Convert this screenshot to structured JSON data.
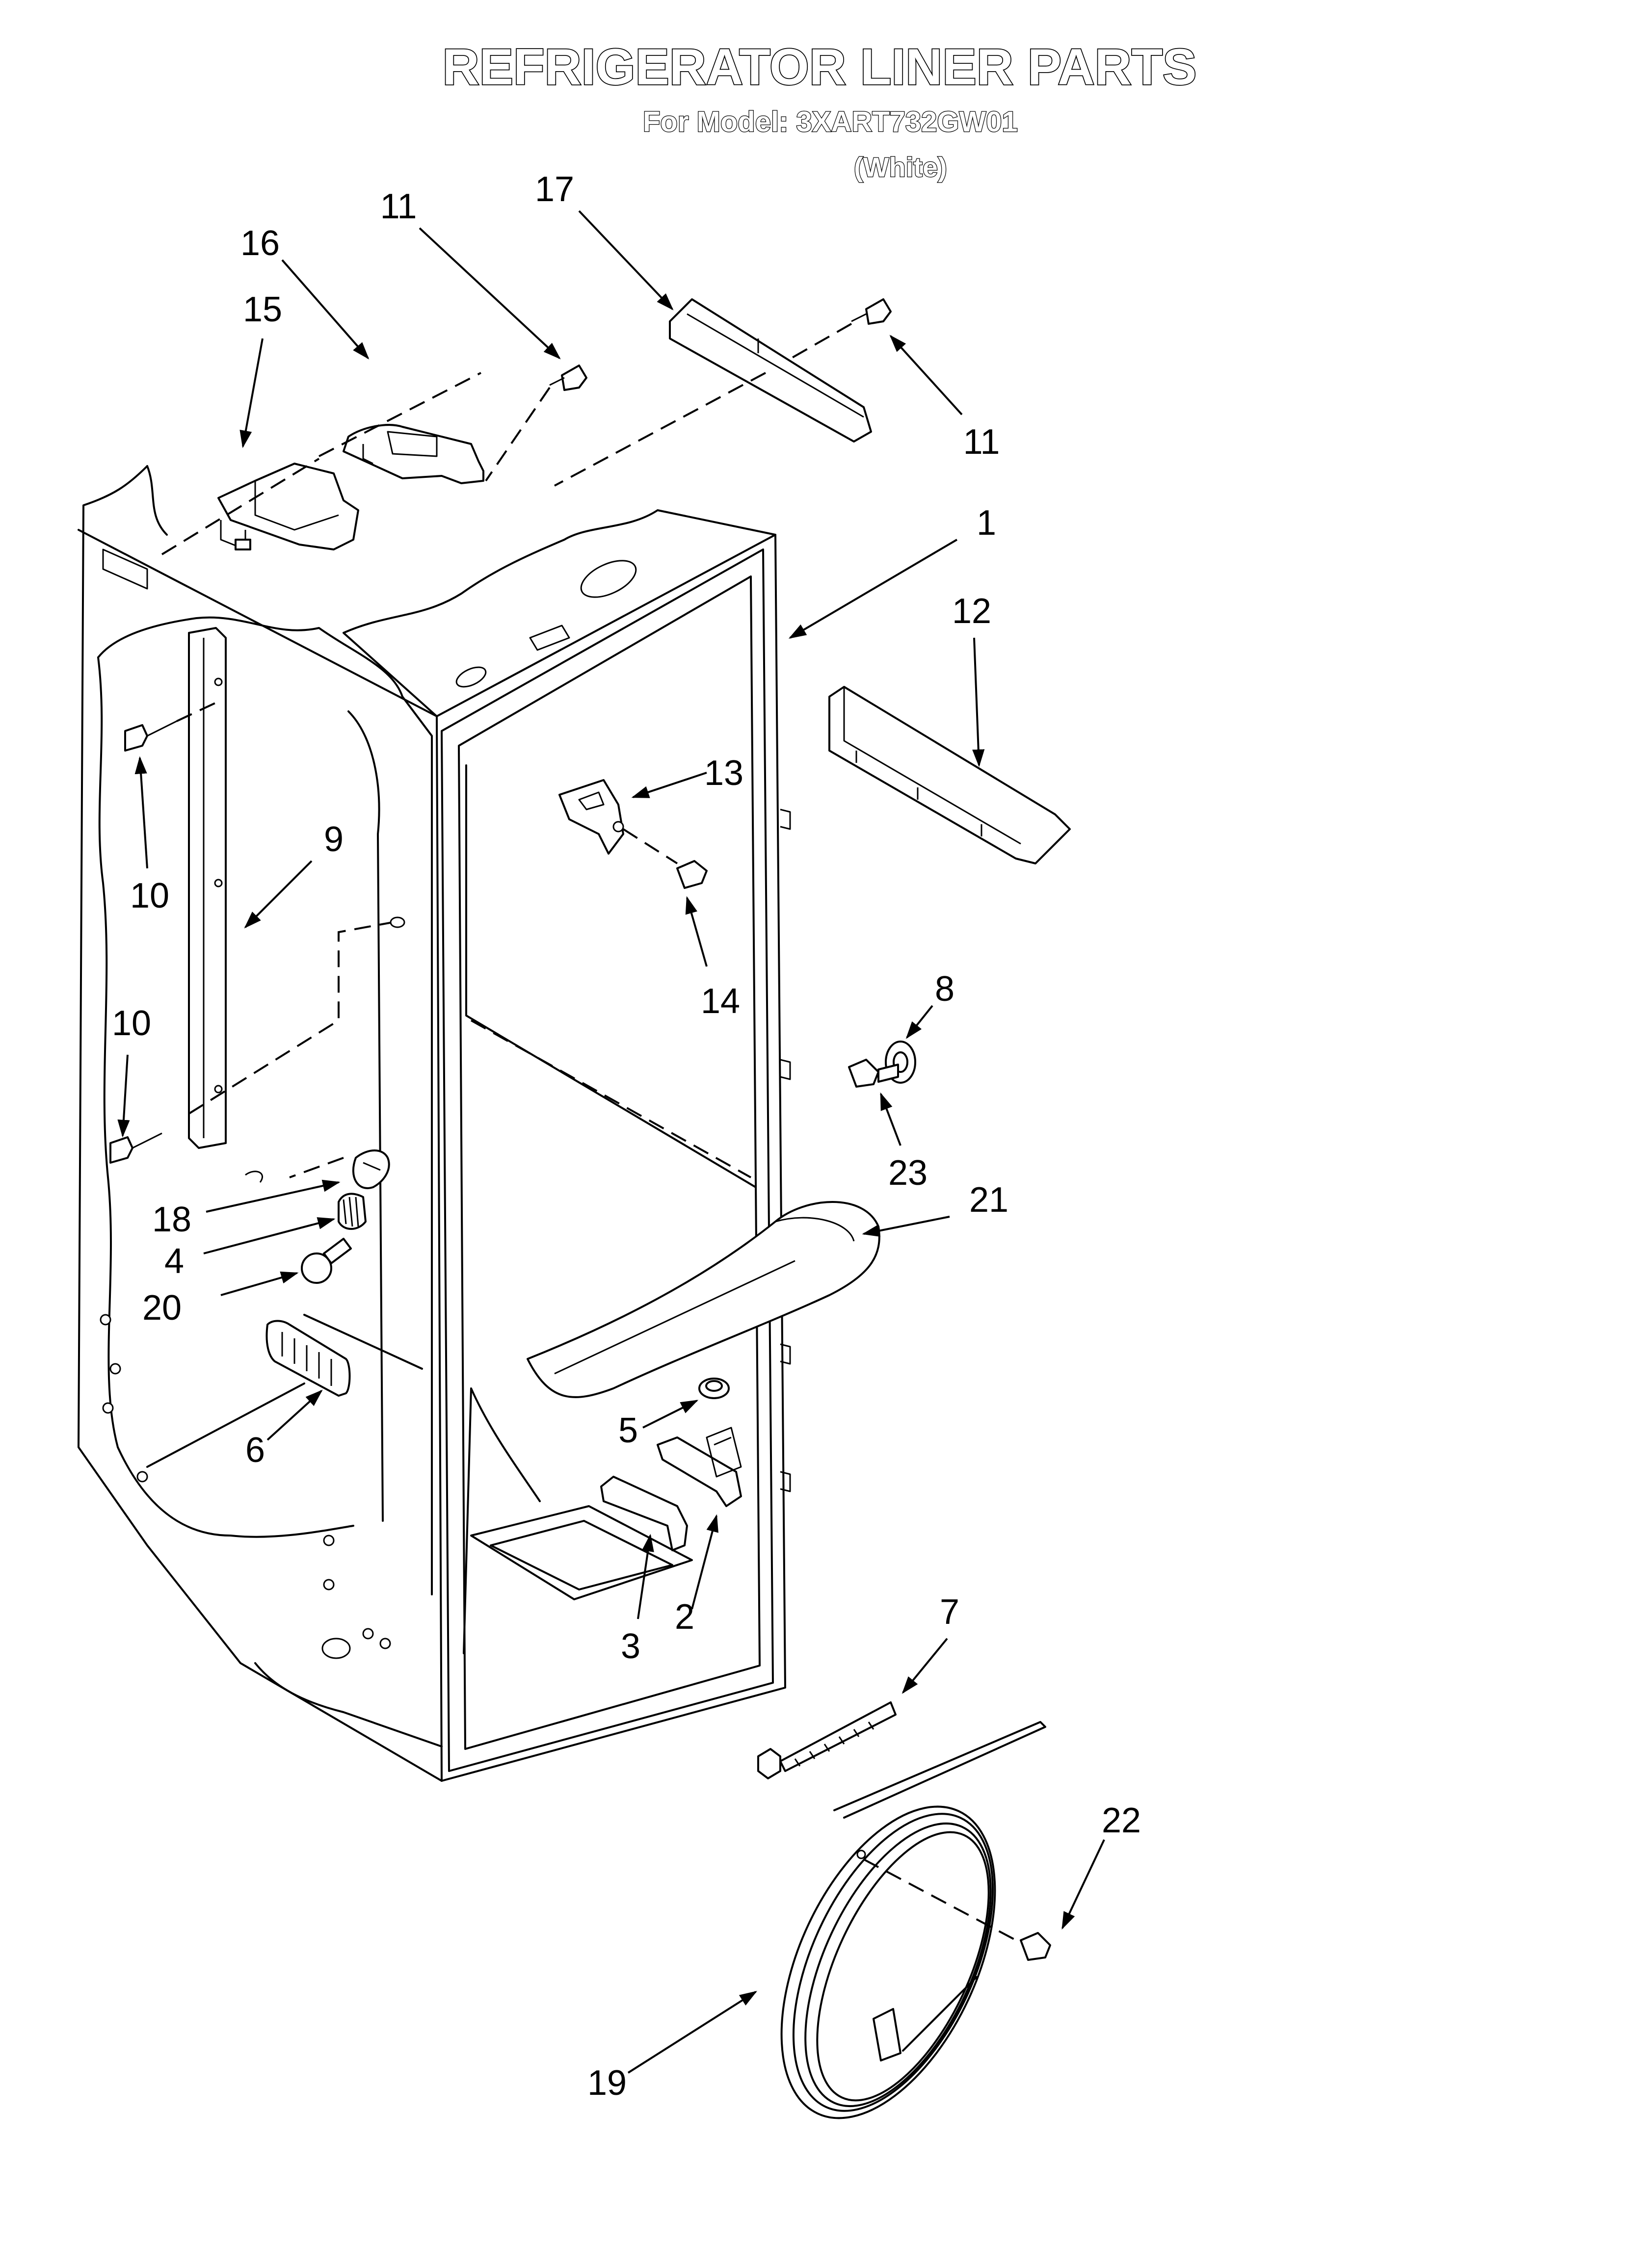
{
  "header": {
    "title": "REFRIGERATOR LINER PARTS",
    "model_line": "For Model: 3XART732GW01",
    "color_line": "(White)"
  },
  "callouts": {
    "c1": "1",
    "c2": "2",
    "c3": "3",
    "c4": "4",
    "c5": "5",
    "c6": "6",
    "c7": "7",
    "c8": "8",
    "c9": "9",
    "c10a": "10",
    "c10b": "10",
    "c11a": "11",
    "c11b": "11",
    "c12": "12",
    "c13": "13",
    "c14": "14",
    "c15": "15",
    "c16": "16",
    "c17": "17",
    "c18": "18",
    "c19": "19",
    "c20": "20",
    "c21": "21",
    "c22": "22",
    "c23": "23"
  }
}
